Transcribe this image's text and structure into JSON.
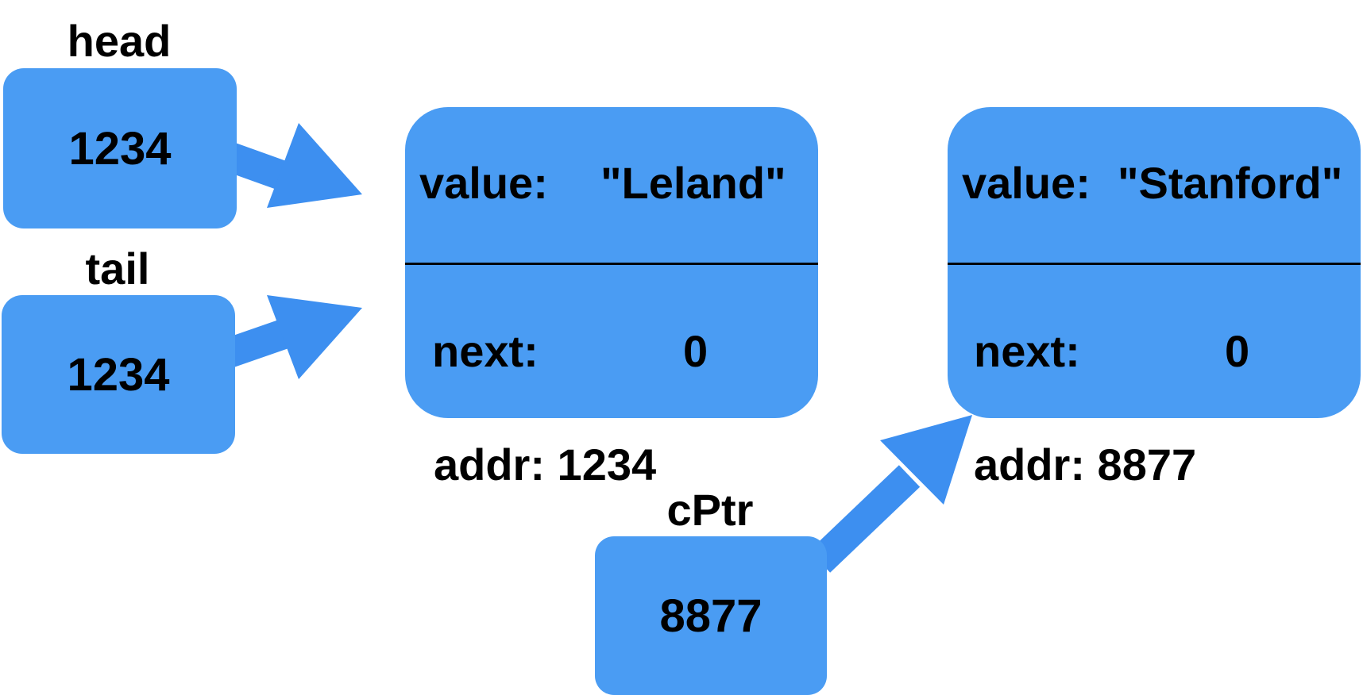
{
  "pointers": {
    "head": {
      "label": "head",
      "value": "1234"
    },
    "tail": {
      "label": "tail",
      "value": "1234"
    },
    "cptr": {
      "label": "cPtr",
      "value": "8877"
    }
  },
  "nodes": [
    {
      "value_label": "value:",
      "value": "\"Leland\"",
      "next_label": "next:",
      "next": "0",
      "addr": "addr: 1234"
    },
    {
      "value_label": "value:",
      "value": "\"Stanford\"",
      "next_label": "next:",
      "next": "0",
      "addr": "addr: 8877"
    }
  ],
  "colors": {
    "box": "#4a9cf3",
    "arrow": "#3d8ff0",
    "text": "#000000"
  }
}
